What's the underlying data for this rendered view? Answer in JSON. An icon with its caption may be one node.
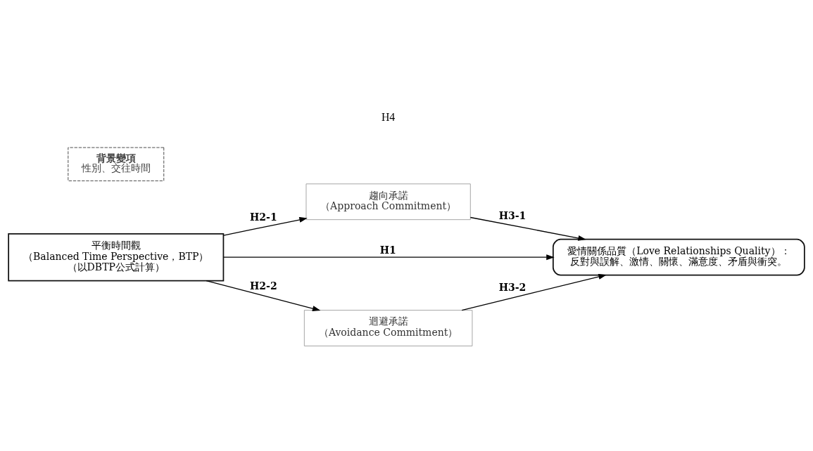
{
  "diagram": {
    "nodes": [
      {
        "text": [
          "背景變項",
          "性別、交往時間"
        ]
      },
      {
        "text": [
          "趨向承諾",
          "（Approach Commitment）"
        ]
      },
      {
        "text": [
          "平衡時間觀",
          "（Balanced Time Perspective，BTP）",
          "（以DBTP公式計算）"
        ]
      },
      {
        "text": [
          "愛情關係品質（Love Relationships Quality）：",
          "反對與誤解、激情、關懷、滿意度、矛盾與衝突。"
        ]
      },
      {
        "text": [
          "迴避承諾",
          "（Avoidance Commitment）"
        ]
      }
    ],
    "edges": [
      {
        "from": 2,
        "to": 1,
        "arrow": "to",
        "label": "H2-1"
      },
      {
        "from": 2,
        "to": 3,
        "arrow": "to",
        "label": "H1"
      },
      {
        "from": 2,
        "to": 4,
        "arrow": "to",
        "label": "H2-2"
      },
      {
        "from": 1,
        "to": 3,
        "arrow": "to",
        "label": "H3-1"
      },
      {
        "from": 4,
        "to": 3,
        "arrow": "to",
        "label": "H3-2"
      }
    ],
    "labels": [
      "H4"
    ]
  }
}
